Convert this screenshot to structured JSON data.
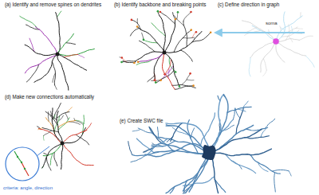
{
  "diagram": {
    "labels": [
      "(a) Identify and remove spines on dendrites",
      "(b) Identify backbone and breaking points",
      "(c) Define direction in graph",
      "soma",
      "(d) Make new connections automatically",
      "criteria: angle, direction",
      "(e) Create SWC file"
    ]
  }
}
